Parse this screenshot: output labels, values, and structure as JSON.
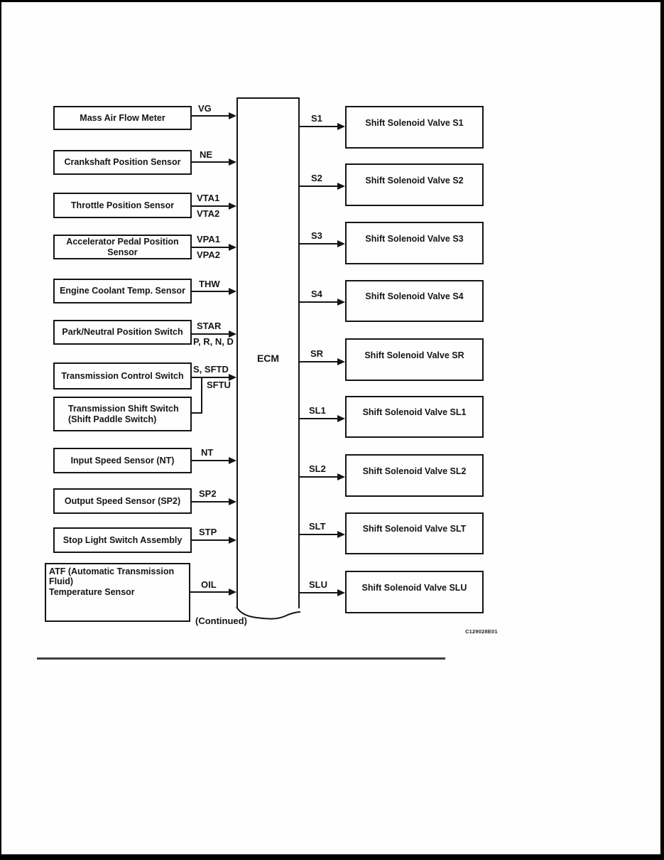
{
  "diagram": {
    "ecm": {
      "label": "ECM"
    },
    "continued": "(Continued)",
    "figure_code": "C129028E01",
    "ink_color": "#151515",
    "inputs": [
      {
        "label": "Mass Air Flow Meter",
        "signal": "VG"
      },
      {
        "label": "Crankshaft Position Sensor",
        "signal": "NE"
      },
      {
        "label": "Throttle Position Sensor",
        "signal": "VTA1",
        "signal2": "VTA2"
      },
      {
        "label": "Accelerator Pedal Position Sensor",
        "signal": "VPA1",
        "signal2": "VPA2"
      },
      {
        "label": "Engine Coolant Temp. Sensor",
        "signal": "THW"
      },
      {
        "label": "Park/Neutral Position Switch",
        "signal": "STAR",
        "signal2": "P, R, N, D"
      },
      {
        "label": "Transmission Control Switch",
        "signal": "S, SFTD",
        "signal2": "SFTU"
      },
      {
        "label": "Transmission Shift Switch",
        "label2": "(Shift Paddle Switch)"
      },
      {
        "label": "Input Speed Sensor (NT)",
        "signal": "NT"
      },
      {
        "label": "Output Speed Sensor (SP2)",
        "signal": "SP2"
      },
      {
        "label": "Stop Light Switch Assembly",
        "signal": "STP"
      },
      {
        "label": "ATF (Automatic Transmission Fluid)",
        "label2": "Temperature Sensor",
        "signal": "OIL"
      }
    ],
    "outputs": [
      {
        "signal": "S1",
        "label": "Shift Solenoid Valve S1"
      },
      {
        "signal": "S2",
        "label": "Shift Solenoid Valve S2"
      },
      {
        "signal": "S3",
        "label": "Shift Solenoid Valve S3"
      },
      {
        "signal": "S4",
        "label": "Shift Solenoid Valve S4"
      },
      {
        "signal": "SR",
        "label": "Shift Solenoid Valve SR"
      },
      {
        "signal": "SL1",
        "label": "Shift Solenoid Valve SL1"
      },
      {
        "signal": "SL2",
        "label": "Shift Solenoid Valve SL2"
      },
      {
        "signal": "SLT",
        "label": "Shift Solenoid Valve SLT"
      },
      {
        "signal": "SLU",
        "label": "Shift Solenoid Valve SLU"
      }
    ]
  }
}
